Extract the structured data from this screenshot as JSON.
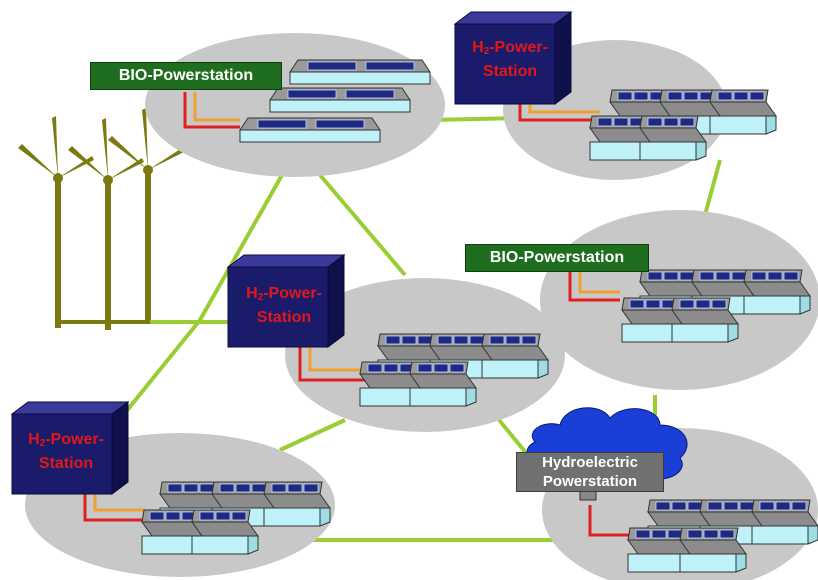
{
  "stations": {
    "bio_top": {
      "label": "BIO-Powerstation"
    },
    "h2_top_right": {
      "prefix": "H",
      "subscript": "2",
      "line1_rest": "-Power-",
      "line2": "Station"
    },
    "bio_right": {
      "label": "BIO-Powerstation"
    },
    "h2_center": {
      "prefix": "H",
      "subscript": "2",
      "line1_rest": "-Power-",
      "line2": "Station"
    },
    "h2_bottom_left": {
      "prefix": "H",
      "subscript": "2",
      "line1_rest": "-Power-",
      "line2": "Station"
    },
    "hydro_bottom_right": {
      "line1": "Hydroelectric",
      "line2": "Powerstation"
    }
  },
  "colors": {
    "network_line": "#9acd32",
    "cluster_ellipse": "#c8c8c8",
    "h2_box": "#1b1b6b",
    "bio_label": "#1f6e1f",
    "hydro_label": "#707070",
    "house_wall": "#bff2f8",
    "house_roof": "#8a8a8a",
    "solar_panel": "#1e2a80",
    "cable_red": "#e02020",
    "cable_orange": "#f0a030",
    "wind_turbine": "#7a7a10",
    "cloud": "#1a3fd6"
  },
  "icons": [
    "wind-turbine-icon",
    "house-icon",
    "solar-panel-icon",
    "cloud-icon",
    "power-station-box-icon"
  ]
}
